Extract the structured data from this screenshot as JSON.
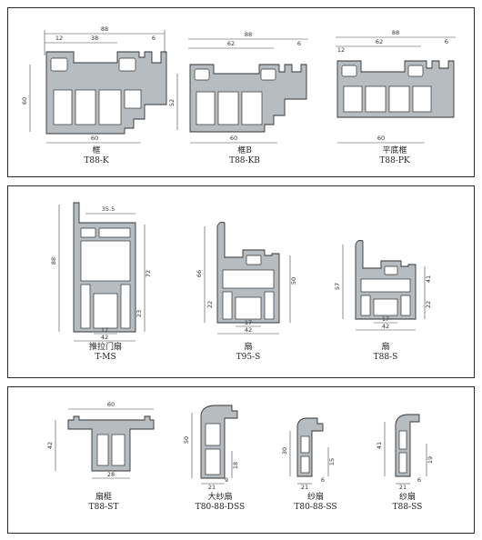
{
  "panels": [
    {
      "profiles": [
        {
          "name_cn": "框",
          "code": "T88-K",
          "dims": [
            "88",
            "12",
            "38",
            "6",
            "60",
            "60"
          ]
        },
        {
          "name_cn": "框B",
          "code": "T88-KB",
          "dims": [
            "88",
            "62",
            "6",
            "52",
            "60"
          ]
        },
        {
          "name_cn": "平底框",
          "code": "T88-PK",
          "dims": [
            "88",
            "62",
            "6",
            "12",
            "60"
          ]
        }
      ]
    },
    {
      "profiles": [
        {
          "name_cn": "推拉门扇",
          "code": "T-MS",
          "dims": [
            "35.5",
            "88",
            "72",
            "23",
            "17",
            "42"
          ]
        },
        {
          "name_cn": "扇",
          "code": "T95-S",
          "dims": [
            "66",
            "50",
            "22",
            "17",
            "42"
          ]
        },
        {
          "name_cn": "扇",
          "code": "T88-S",
          "dims": [
            "57",
            "41",
            "22",
            "17",
            "42"
          ]
        }
      ]
    },
    {
      "profiles": [
        {
          "name_cn": "扇梃",
          "code": "T88-ST",
          "dims": [
            "60",
            "42",
            "28"
          ]
        },
        {
          "name_cn": "大纱扇",
          "code": "T80-88-DSS",
          "dims": [
            "50",
            "18",
            "9",
            "21"
          ]
        },
        {
          "name_cn": "纱扇",
          "code": "T80-88-SS",
          "dims": [
            "30",
            "15",
            "6",
            "21"
          ]
        },
        {
          "name_cn": "纱扇",
          "code": "T88-SS",
          "dims": [
            "41",
            "19",
            "6",
            "21"
          ]
        }
      ]
    }
  ]
}
